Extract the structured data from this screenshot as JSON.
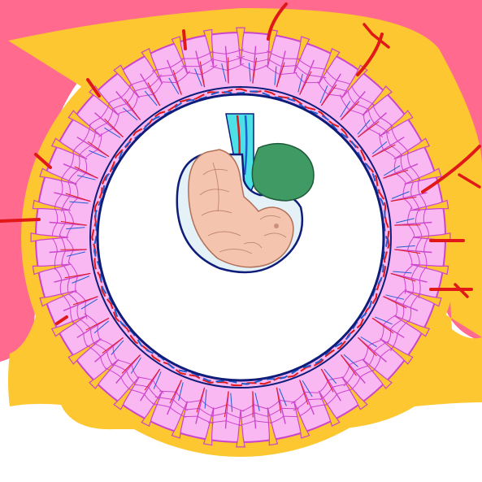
{
  "diagram": {
    "title": "",
    "labels": [],
    "parts": [
      {
        "id": "maternal-tissue",
        "icon": "uterine-wall"
      },
      {
        "id": "decidua",
        "icon": "decidua-layer"
      },
      {
        "id": "chorionic-villi",
        "icon": "villi"
      },
      {
        "id": "chorion",
        "icon": "chorion-membrane"
      },
      {
        "id": "amniotic-cavity",
        "icon": "amnion"
      },
      {
        "id": "embryo",
        "icon": "embryo"
      },
      {
        "id": "yolk-sac",
        "icon": "yolk-sac"
      },
      {
        "id": "umbilical-stalk",
        "icon": "connecting-stalk"
      }
    ]
  },
  "colors": {
    "background": "#ffffff",
    "maternal": "#ff6a8e",
    "decidua": "#fcc730",
    "villi_fill": "#f9b8f2",
    "villi_stroke": "#cc44cc",
    "chorion_line": "#0f1d7a",
    "artery": "#e01818",
    "vein": "#1e5fd0",
    "stalk": "#4de0e6",
    "yolk_sac": "#3f9a64",
    "embryo": "#f4c4ae",
    "embryo_line": "#b07058",
    "amnion_fill": "#e4f1f6"
  }
}
